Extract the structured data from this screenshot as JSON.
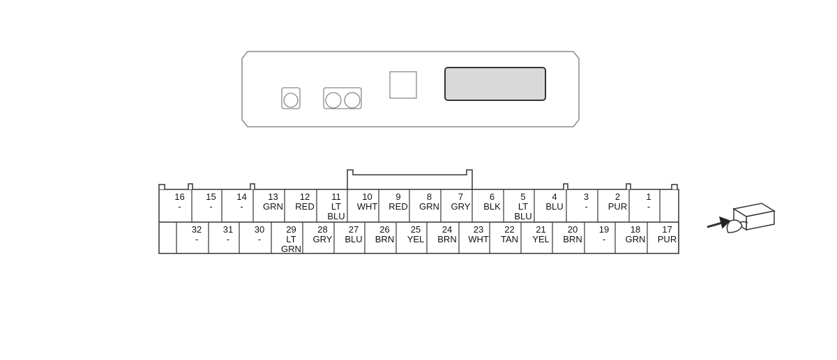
{
  "connector": {
    "top_row": [
      {
        "pin": "16",
        "color": [
          "-"
        ]
      },
      {
        "pin": "15",
        "color": [
          "-"
        ]
      },
      {
        "pin": "14",
        "color": [
          "-"
        ]
      },
      {
        "pin": "13",
        "color": [
          "GRN"
        ]
      },
      {
        "pin": "12",
        "color": [
          "RED"
        ]
      },
      {
        "pin": "11",
        "color": [
          "LT",
          "BLU"
        ]
      },
      {
        "pin": "10",
        "color": [
          "WHT"
        ]
      },
      {
        "pin": "9",
        "color": [
          "RED"
        ]
      },
      {
        "pin": "8",
        "color": [
          "GRN"
        ]
      },
      {
        "pin": "7",
        "color": [
          "GRY"
        ]
      },
      {
        "pin": "6",
        "color": [
          "BLK"
        ]
      },
      {
        "pin": "5",
        "color": [
          "LT",
          "BLU"
        ]
      },
      {
        "pin": "4",
        "color": [
          "BLU"
        ]
      },
      {
        "pin": "3",
        "color": [
          "-"
        ]
      },
      {
        "pin": "2",
        "color": [
          "PUR"
        ]
      },
      {
        "pin": "1",
        "color": [
          "-"
        ]
      }
    ],
    "bottom_row": [
      {
        "pin": "32",
        "color": [
          "-"
        ]
      },
      {
        "pin": "31",
        "color": [
          "-"
        ]
      },
      {
        "pin": "30",
        "color": [
          "-"
        ]
      },
      {
        "pin": "29",
        "color": [
          "LT",
          "GRN"
        ]
      },
      {
        "pin": "28",
        "color": [
          "GRY"
        ]
      },
      {
        "pin": "27",
        "color": [
          "BLU"
        ]
      },
      {
        "pin": "26",
        "color": [
          "BRN"
        ]
      },
      {
        "pin": "25",
        "color": [
          "YEL"
        ]
      },
      {
        "pin": "24",
        "color": [
          "BRN"
        ]
      },
      {
        "pin": "23",
        "color": [
          "WHT"
        ]
      },
      {
        "pin": "22",
        "color": [
          "TAN"
        ]
      },
      {
        "pin": "21",
        "color": [
          "YEL"
        ]
      },
      {
        "pin": "20",
        "color": [
          "BRN"
        ]
      },
      {
        "pin": "19",
        "color": [
          "-"
        ]
      },
      {
        "pin": "18",
        "color": [
          "GRN"
        ]
      },
      {
        "pin": "17",
        "color": [
          "PUR"
        ]
      }
    ]
  },
  "colors": {
    "outline": "#333333",
    "device_outline": "#888888",
    "display_fill": "#d9d9d9"
  }
}
